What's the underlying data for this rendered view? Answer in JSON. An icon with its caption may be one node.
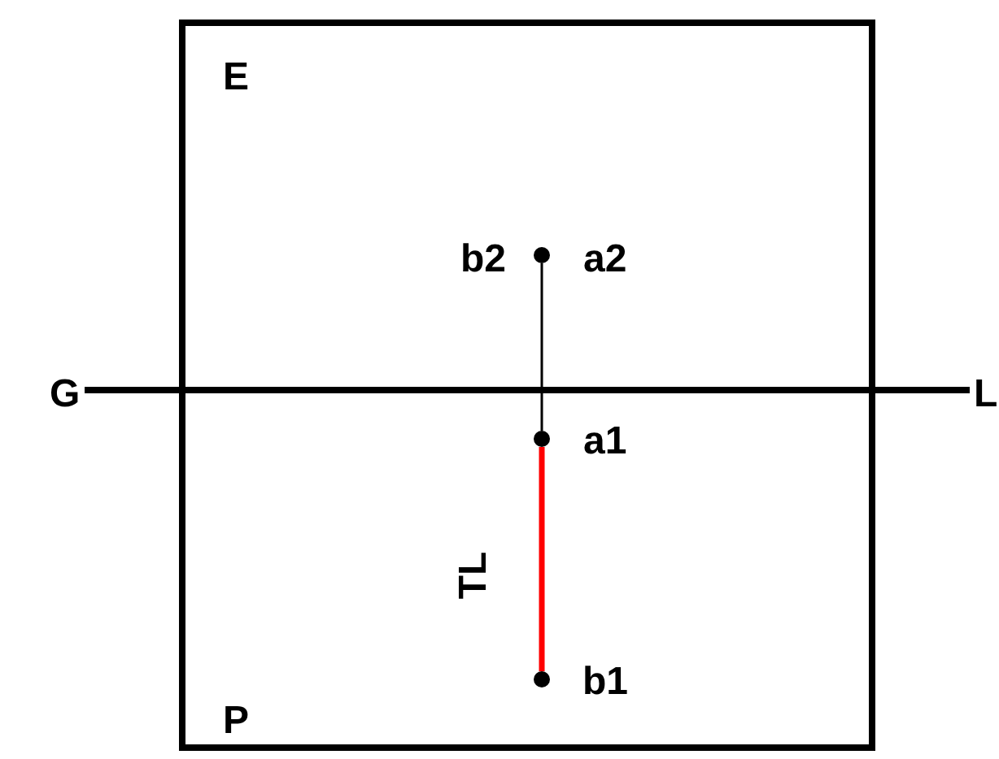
{
  "diagram": {
    "nodes": [
      {
        "text": [],
        "shape": "circle",
        "beside": [
          "b2",
          "a2"
        ]
      },
      {
        "text": [],
        "shape": "circle",
        "beside": [
          "a1"
        ]
      },
      {
        "text": [],
        "shape": "circle",
        "beside": [
          "b1"
        ]
      }
    ],
    "edges": [
      {
        "from": 0,
        "to": 1,
        "arrow": "none"
      },
      {
        "from": 1,
        "to": 2,
        "arrow": "none",
        "label": "TL",
        "style": "thick",
        "color": "#ff0000"
      }
    ],
    "labels": [
      "E",
      "G",
      "L",
      "P"
    ]
  }
}
